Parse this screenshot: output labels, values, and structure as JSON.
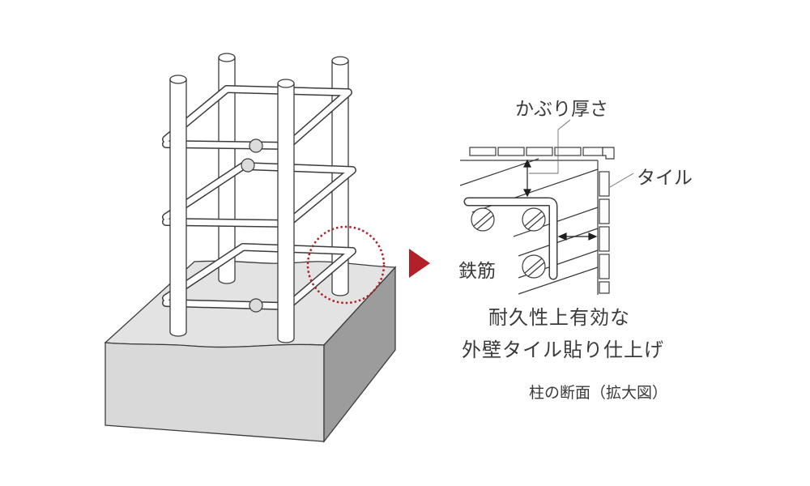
{
  "labels": {
    "cover_thickness": "かぶり厚さ",
    "tile": "タイル",
    "rebar": "鉄筋",
    "caption_line1": "耐久性上有効な",
    "caption_line2": "外壁タイル貼り仕上げ",
    "section_title": "柱の断面（拡大図）"
  },
  "colors": {
    "outline": "#3c3c3c",
    "bar_fill": "#ffffff",
    "concrete_top": "#e3e3e3",
    "concrete_front": "#d9d9d9",
    "concrete_side": "#9c9c9c",
    "accent": "#b3202a",
    "tile_fill": "#ffffff"
  },
  "icons": {
    "pointer": "right-triangle-arrow",
    "callout": "dotted-circle"
  }
}
